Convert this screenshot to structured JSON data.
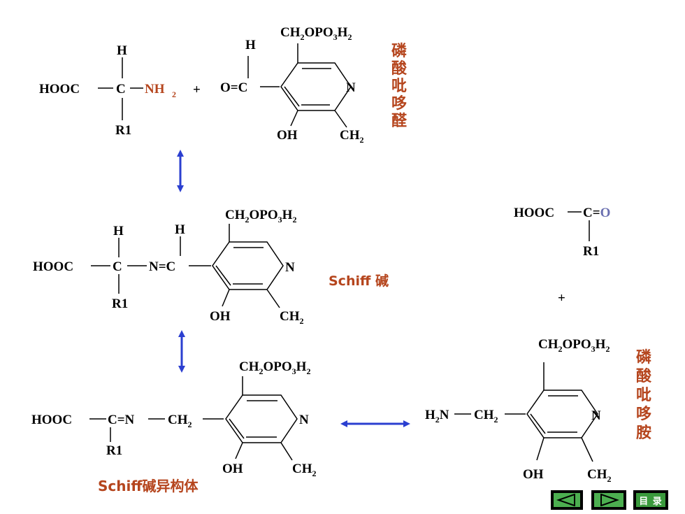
{
  "molecules": {
    "amino_acid": {
      "h": "H",
      "hooc": "HOOC",
      "c": "C",
      "nh": "NH",
      "nh_sub": "2",
      "r1": "R1"
    },
    "plp": {
      "h": "H",
      "cho": "O=C",
      "ch2": "CH",
      "opo": "OPO",
      "h2": "H",
      "n": "N",
      "oh": "OH",
      "methyl": "CH",
      "sub2": "2",
      "sub3": "3"
    },
    "plus_top": "+",
    "schiff": {
      "h1": "H",
      "h2": "H",
      "hooc": "HOOC",
      "c": "C",
      "n_eq_c": "N=C",
      "r1": "R1",
      "n": "N",
      "oh": "OH",
      "methyl": "CH"
    },
    "isomer": {
      "hooc": "HOOC",
      "c_eq_n": "C=N",
      "ch2": "CH",
      "r1": "R1",
      "n": "N",
      "oh": "OH",
      "methyl": "CH"
    },
    "keto_acid": {
      "hooc": "HOOC",
      "c": "C=",
      "o": "O",
      "r1": "R1"
    },
    "plus_right": "+",
    "pmp": {
      "h2n": "H",
      "n_ch2": "N",
      "ch2": "CH",
      "n": "N",
      "oh": "OH",
      "methyl": "CH"
    }
  },
  "labels": {
    "plp_name": [
      "磷",
      "酸",
      "吡",
      "哆",
      "醛"
    ],
    "pmp_name": [
      "磷",
      "酸",
      "吡",
      "哆",
      "胺"
    ],
    "schiff_base": "Schiff 碱",
    "schiff_isomer": "Schiff碱异构体"
  },
  "colors": {
    "label": "#b5451d",
    "arrow": "#2b3fd0",
    "nav_green": "#4caf50"
  },
  "nav": {
    "prev_icon": "triangle-left-icon",
    "next_icon": "triangle-right-icon",
    "menu_label": "目 录"
  }
}
